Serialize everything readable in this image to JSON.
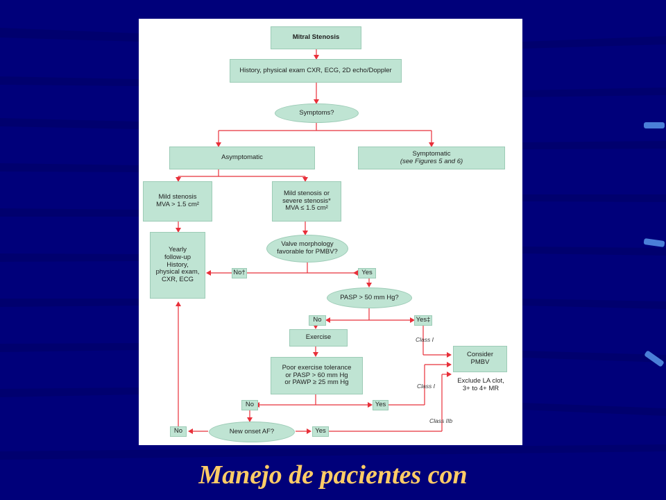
{
  "slide": {
    "title": "Manejo de pacientes con",
    "colors": {
      "background": "#00007a",
      "title": "#ffcc66",
      "node_fill": "#bfe4d3",
      "arrow": "#e8303a"
    }
  },
  "flowchart": {
    "start": "Mitral Stenosis",
    "workup": "History, physical exam CXR, ECG, 2D echo/Doppler",
    "symptoms_q": "Symptoms?",
    "asymptomatic": "Asymptomatic",
    "symptomatic": "Symptomatic",
    "symptomatic_note": "(see Figures 5 and 6)",
    "mild_line1": "Mild stenosis",
    "mild_line2": "MVA > 1.5 cm²",
    "mildsev_line1": "Mild stenosis or",
    "mildsev_line2": "severe stenosis*",
    "mildsev_line3": "MVA ≤ 1.5 cm²",
    "yearly_line1": "Yearly",
    "yearly_line2": "follow-up",
    "yearly_line3": "History,",
    "yearly_line4": "physical exam,",
    "yearly_line5": "CXR, ECG",
    "valve_q_line1": "Valve morphology",
    "valve_q_line2": "favorable for PMBV?",
    "no_dagger": "No†",
    "yes1": "Yes",
    "pasp_q": "PASP > 50 mm Hg?",
    "no2": "No",
    "yes_ddagger": "Yes‡",
    "exercise": "Exercise",
    "poor_line1": "Poor exercise tolerance",
    "poor_line2": "or PASP > 60 mm Hg",
    "poor_line3": "or PAWP ≥ 25 mm Hg",
    "consider_line1": "Consider",
    "consider_line2": "PMBV",
    "exclude_line1": "Exclude LA clot,",
    "exclude_line2": "3+ to 4+ MR",
    "no3": "No",
    "yes3": "Yes",
    "af_q": "New onset AF?",
    "no4": "No",
    "yes4": "Yes",
    "class_i_1": "Class I",
    "class_i_2": "Class I",
    "class_iib": "Class IIb"
  }
}
